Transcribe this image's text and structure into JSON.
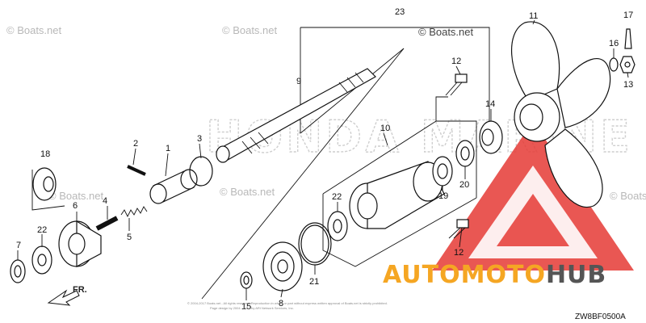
{
  "watermarks": {
    "boats_net": "© Boats.net",
    "honda_marine": "HONDA MARINE",
    "brand_part1": "AUTOMOTO",
    "brand_part2": "HUB"
  },
  "diagram_id": "ZW8BF0500A",
  "direction_label": "FR.",
  "copyright_line1": "© 2004-2017 Boats.net - All rights reserved. Reproduction in whole or part without express written approval of Boats.net is strictly prohibited.",
  "copyright_line2": "Page design by 2004 - 2017 by ARI Network Services, Inc.",
  "callouts": {
    "n1": "1",
    "n2": "2",
    "n3": "3",
    "n4": "4",
    "n5": "5",
    "n6": "6",
    "n7": "7",
    "n8": "8",
    "n9": "9",
    "n10": "10",
    "n11": "11",
    "n12a": "12",
    "n12b": "12",
    "n13": "13",
    "n14": "14",
    "n15": "15",
    "n16": "16",
    "n17": "17",
    "n18": "18",
    "n19": "19",
    "n20": "20",
    "n21": "21",
    "n22a": "22",
    "n22b": "22",
    "n23": "23"
  },
  "colors": {
    "brand_orange": "#f5a623",
    "brand_red": "#e53935",
    "brand_gray": "#555555"
  }
}
